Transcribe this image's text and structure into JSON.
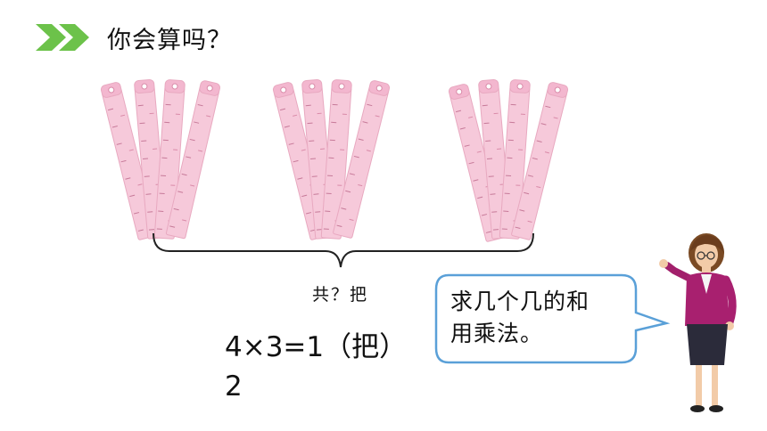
{
  "header": {
    "title": "你会算吗？",
    "icon": "double-chevron-icon",
    "accent_color": "#6cc24a"
  },
  "figure": {
    "group_count": 3,
    "rulers_per_group": 4,
    "ruler_color": "#f4c3d6"
  },
  "question": {
    "text": "共？把"
  },
  "equation": {
    "line1": "4×3=1（把）",
    "line2": "2"
  },
  "speech_bubble": {
    "line1": "求几个几的和",
    "line2": "用乘法。",
    "border_color": "#5aa0d8"
  },
  "teacher": {
    "icon": "teacher-figure"
  }
}
